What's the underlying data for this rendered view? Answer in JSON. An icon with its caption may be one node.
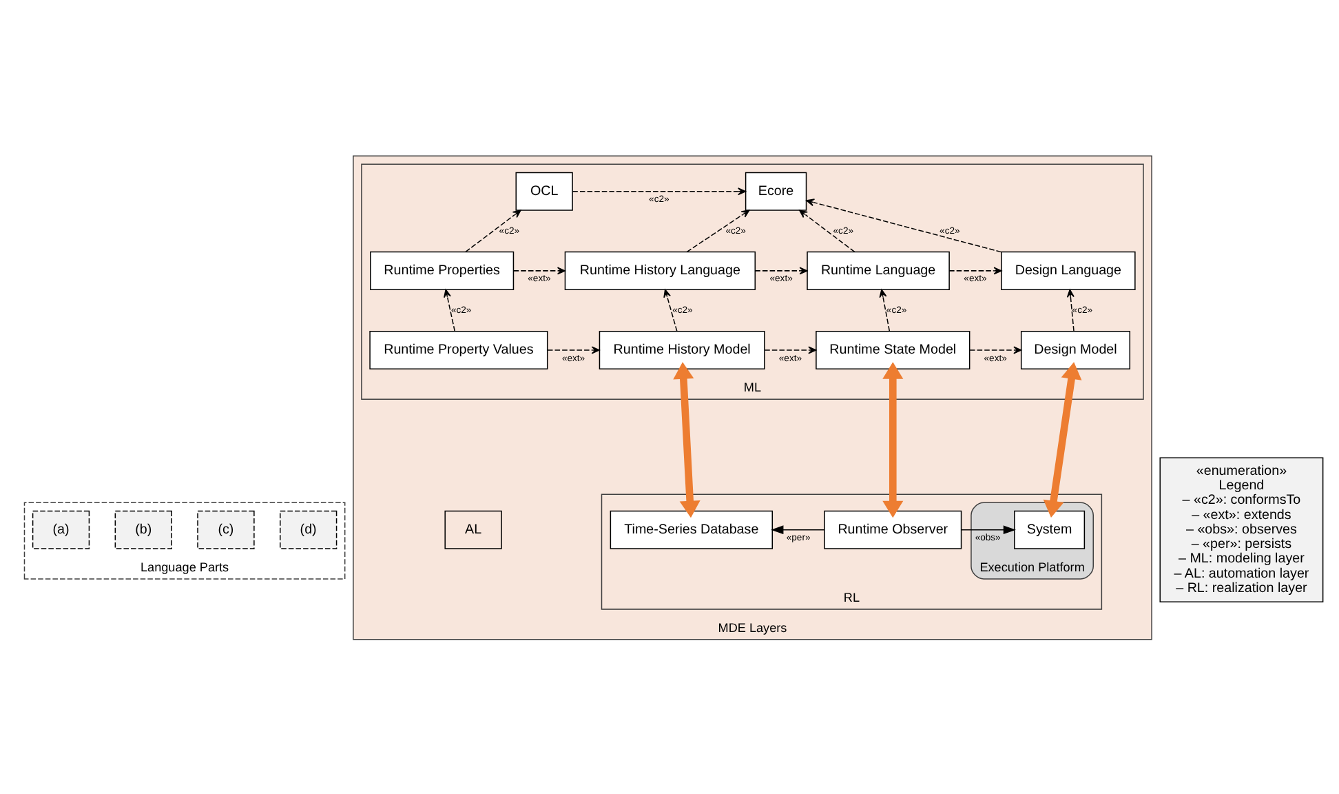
{
  "diagram": {
    "nodes": [
      {
        "text": [
          "Language Parts"
        ]
      },
      {
        "text": [
          "(a)"
        ],
        "in": 0
      },
      {
        "text": [
          "(b)"
        ],
        "in": 0
      },
      {
        "text": [
          "(c)"
        ],
        "in": 0
      },
      {
        "text": [
          "(d)"
        ],
        "in": 0
      },
      {
        "text": [
          "MDE Layers"
        ]
      },
      {
        "text": [
          "ML"
        ],
        "in": 5
      },
      {
        "text": [
          "AL"
        ],
        "in": 5
      },
      {
        "text": [
          "RL"
        ],
        "in": 5
      },
      {
        "text": [
          "Ecore"
        ],
        "in": 6
      },
      {
        "text": [
          "OCL"
        ],
        "in": 6
      },
      {
        "text": [
          "Design Language"
        ],
        "in": 6
      },
      {
        "text": [
          "Runtime Language"
        ],
        "in": 6
      },
      {
        "text": [
          "Runtime History Language"
        ],
        "in": 6
      },
      {
        "text": [
          "Runtime Properties"
        ],
        "in": 6
      },
      {
        "text": [
          "Design Model"
        ],
        "in": 6
      },
      {
        "text": [
          "Runtime State Model"
        ],
        "in": 6
      },
      {
        "text": [
          "Runtime History Model"
        ],
        "in": 6
      },
      {
        "text": [
          "Runtime Property Values"
        ],
        "in": 6
      },
      {
        "text": [
          "Execution Platform"
        ],
        "in": 8
      },
      {
        "text": [
          "System"
        ],
        "in": 19
      },
      {
        "text": [
          "Runtime Observer"
        ],
        "in": 8
      },
      {
        "text": [
          "Time-Series Database"
        ],
        "in": 8
      },
      {
        "text": [
          "«enumeration»",
          "Legend",
          "– «c2»: conformsTo",
          "– «ext»: extends",
          "– «obs»: observes",
          "– «per»: persists",
          "– ML: modeling layer",
          "– AL: automation layer",
          "– RL: realization layer"
        ]
      }
    ],
    "edges": [
      {
        "from": 11,
        "to": 9,
        "arrow": "to",
        "label": "«c2»",
        "style": "dashed"
      },
      {
        "from": 12,
        "to": 9,
        "arrow": "to",
        "label": "«c2»",
        "style": "dashed"
      },
      {
        "from": 13,
        "to": 9,
        "arrow": "to",
        "label": "«c2»",
        "style": "dashed"
      },
      {
        "from": 10,
        "to": 9,
        "arrow": "to",
        "label": "«c2»",
        "style": "dashed"
      },
      {
        "from": 14,
        "to": 10,
        "arrow": "to",
        "label": "«c2»",
        "style": "dashed"
      },
      {
        "from": 15,
        "to": 11,
        "arrow": "to",
        "label": "«c2»",
        "style": "dashed"
      },
      {
        "from": 16,
        "to": 12,
        "arrow": "to",
        "label": "«c2»",
        "style": "dashed"
      },
      {
        "from": 17,
        "to": 13,
        "arrow": "to",
        "label": "«c2»",
        "style": "dashed"
      },
      {
        "from": 18,
        "to": 14,
        "arrow": "to",
        "label": "«c2»",
        "style": "dashed"
      },
      {
        "from": 12,
        "to": 11,
        "arrow": "to",
        "label": "«ext»",
        "style": "dashed"
      },
      {
        "from": 13,
        "to": 12,
        "arrow": "to",
        "label": "«ext»",
        "style": "dashed"
      },
      {
        "from": 14,
        "to": 13,
        "arrow": "to",
        "label": "«ext»",
        "style": "dashed"
      },
      {
        "from": 16,
        "to": 15,
        "arrow": "to",
        "label": "«ext»",
        "style": "dashed"
      },
      {
        "from": 17,
        "to": 16,
        "arrow": "to",
        "label": "«ext»",
        "style": "dashed"
      },
      {
        "from": 18,
        "to": 17,
        "arrow": "to",
        "label": "«ext»",
        "style": "dashed"
      },
      {
        "from": 21,
        "to": 20,
        "arrow": "to",
        "label": "«obs»"
      },
      {
        "from": 21,
        "to": 22,
        "arrow": "to",
        "label": "«per»"
      },
      {
        "from": 20,
        "to": 15,
        "arrow": "both",
        "style": "thick",
        "color": "#ed7d31"
      },
      {
        "from": 21,
        "to": 16,
        "arrow": "both",
        "style": "thick",
        "color": "#ed7d31"
      },
      {
        "from": 22,
        "to": 17,
        "arrow": "both",
        "style": "thick",
        "color": "#ed7d31"
      }
    ]
  }
}
